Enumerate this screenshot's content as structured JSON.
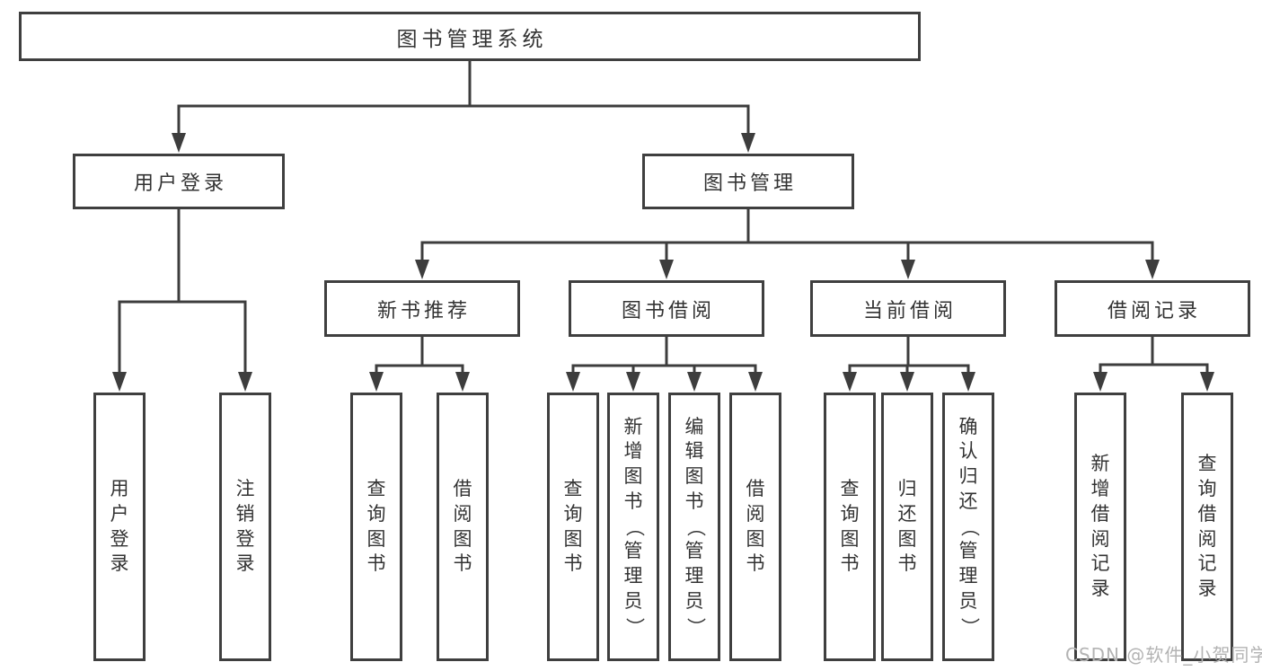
{
  "diagram_title": "图书管理系统",
  "colors": {
    "background": "#ffffff",
    "line": "#3d3d3d",
    "box_border": "#3f3f3f",
    "text": "#333333",
    "watermark": "#b3b3b3"
  },
  "nodes": {
    "root": {
      "label": "图书管理系统"
    },
    "level2": [
      {
        "label": "用户登录"
      },
      {
        "label": "图书管理"
      }
    ],
    "level3": [
      {
        "label": "新书推荐",
        "parent": "图书管理"
      },
      {
        "label": "图书借阅",
        "parent": "图书管理"
      },
      {
        "label": "当前借阅",
        "parent": "图书管理"
      },
      {
        "label": "借阅记录",
        "parent": "图书管理"
      }
    ],
    "leaves": [
      {
        "label": "用户登录",
        "parent": "用户登录"
      },
      {
        "label": "注销登录",
        "parent": "用户登录"
      },
      {
        "label": "查询图书",
        "parent": "新书推荐"
      },
      {
        "label": "借阅图书",
        "parent": "新书推荐"
      },
      {
        "label": "查询图书",
        "parent": "图书借阅"
      },
      {
        "label": "新增图书（管理员）",
        "parent": "图书借阅"
      },
      {
        "label": "编辑图书（管理员）",
        "parent": "图书借阅"
      },
      {
        "label": "借阅图书",
        "parent": "图书借阅"
      },
      {
        "label": "查询图书",
        "parent": "当前借阅"
      },
      {
        "label": "归还图书",
        "parent": "当前借阅"
      },
      {
        "label": "确认归还（管理员）",
        "parent": "当前借阅"
      },
      {
        "label": "新增借阅记录",
        "parent": "借阅记录"
      },
      {
        "label": "查询借阅记录",
        "parent": "借阅记录"
      }
    ]
  },
  "watermark": {
    "text": "CSDN @软件_小贺同学"
  }
}
